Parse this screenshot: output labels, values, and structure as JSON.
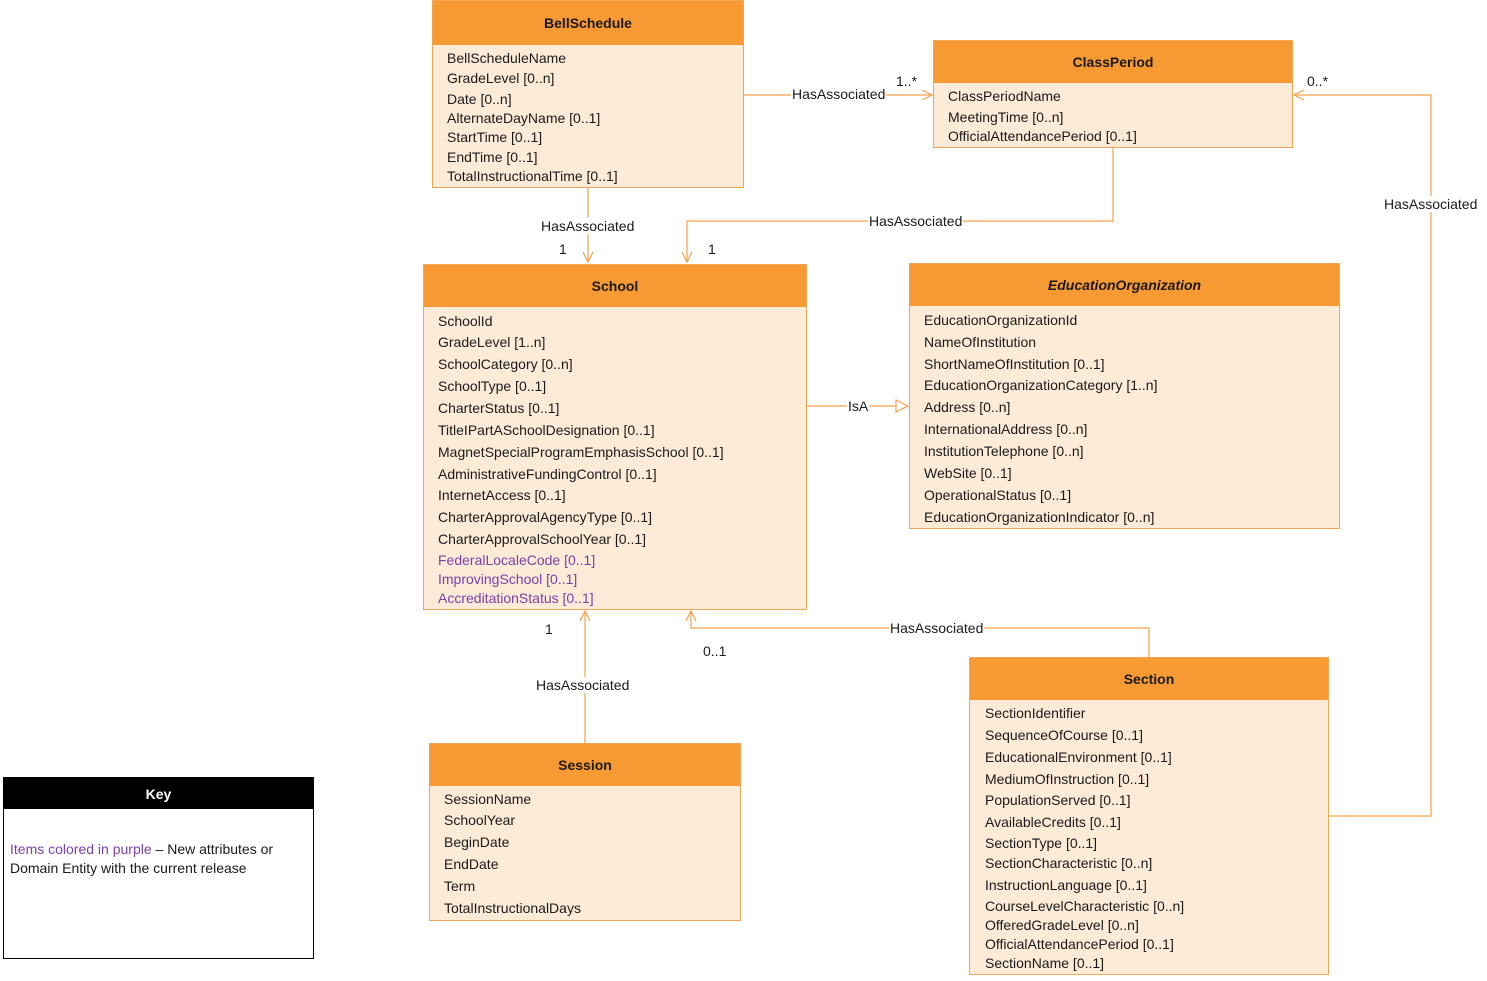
{
  "diagram": {
    "entities": {
      "bell_schedule": {
        "title": "BellSchedule",
        "attributes": [
          {
            "text": "BellScheduleName",
            "new": false
          },
          {
            "text": "GradeLevel [0..n]",
            "new": false
          },
          {
            "text": "Date [0..n]",
            "new": false
          },
          {
            "text": "AlternateDayName [0..1]",
            "new": false
          },
          {
            "text": "StartTime [0..1]",
            "new": false
          },
          {
            "text": "EndTime [0..1]",
            "new": false
          },
          {
            "text": "TotalInstructionalTime [0..1]",
            "new": false
          }
        ]
      },
      "class_period": {
        "title": "ClassPeriod",
        "attributes": [
          {
            "text": "ClassPeriodName",
            "new": false
          },
          {
            "text": "MeetingTime [0..n]",
            "new": false
          },
          {
            "text": "OfficialAttendancePeriod [0..1]",
            "new": false
          }
        ]
      },
      "school": {
        "title": "School",
        "attributes": [
          {
            "text": "SchoolId",
            "new": false
          },
          {
            "text": "GradeLevel [1..n]",
            "new": false
          },
          {
            "text": "SchoolCategory [0..n]",
            "new": false
          },
          {
            "text": "SchoolType [0..1]",
            "new": false
          },
          {
            "text": "CharterStatus [0..1]",
            "new": false
          },
          {
            "text": "TitleIPartASchoolDesignation [0..1]",
            "new": false
          },
          {
            "text": "MagnetSpecialProgramEmphasisSchool [0..1]",
            "new": false
          },
          {
            "text": "AdministrativeFundingControl [0..1]",
            "new": false
          },
          {
            "text": "InternetAccess [0..1]",
            "new": false
          },
          {
            "text": "CharterApprovalAgencyType [0..1]",
            "new": false
          },
          {
            "text": "CharterApprovalSchoolYear [0..1]",
            "new": false
          },
          {
            "text": "FederalLocaleCode [0..1]",
            "new": true
          },
          {
            "text": "ImprovingSchool [0..1]",
            "new": true
          },
          {
            "text": "AccreditationStatus [0..1]",
            "new": true
          }
        ]
      },
      "education_organization": {
        "title": "EducationOrganization",
        "attributes": [
          {
            "text": "EducationOrganizationId",
            "new": false
          },
          {
            "text": "NameOfInstitution",
            "new": false
          },
          {
            "text": "ShortNameOfInstitution [0..1]",
            "new": false
          },
          {
            "text": "EducationOrganizationCategory [1..n]",
            "new": false
          },
          {
            "text": "Address [0..n]",
            "new": false
          },
          {
            "text": "InternationalAddress [0..n]",
            "new": false
          },
          {
            "text": "InstitutionTelephone [0..n]",
            "new": false
          },
          {
            "text": "WebSite [0..1]",
            "new": false
          },
          {
            "text": "OperationalStatus [0..1]",
            "new": false
          },
          {
            "text": "EducationOrganizationIndicator [0..n]",
            "new": false
          }
        ]
      },
      "session": {
        "title": "Session",
        "attributes": [
          {
            "text": "SessionName",
            "new": false
          },
          {
            "text": "SchoolYear",
            "new": false
          },
          {
            "text": "BeginDate",
            "new": false
          },
          {
            "text": "EndDate",
            "new": false
          },
          {
            "text": "Term",
            "new": false
          },
          {
            "text": "TotalInstructionalDays",
            "new": false
          }
        ]
      },
      "section": {
        "title": "Section",
        "attributes": [
          {
            "text": "SectionIdentifier",
            "new": false
          },
          {
            "text": "SequenceOfCourse [0..1]",
            "new": false
          },
          {
            "text": "EducationalEnvironment [0..1]",
            "new": false
          },
          {
            "text": "MediumOfInstruction [0..1]",
            "new": false
          },
          {
            "text": "PopulationServed [0..1]",
            "new": false
          },
          {
            "text": "AvailableCredits [0..1]",
            "new": false
          },
          {
            "text": "SectionType [0..1]",
            "new": false
          },
          {
            "text": "SectionCharacteristic  [0..n]",
            "new": false
          },
          {
            "text": "InstructionLanguage [0..1]",
            "new": false
          },
          {
            "text": "CourseLevelCharacteristic [0..n]",
            "new": false
          },
          {
            "text": "OfferedGradeLevel [0..n]",
            "new": false
          },
          {
            "text": "OfficialAttendancePeriod [0..1]",
            "new": false
          },
          {
            "text": "SectionName [0..1]",
            "new": false
          }
        ]
      }
    },
    "relationships": {
      "bell_to_classperiod": {
        "label": "HasAssociated",
        "mult_target": "1..*"
      },
      "bell_to_school": {
        "label": "HasAssociated",
        "mult_target": "1"
      },
      "classperiod_to_school": {
        "label": "HasAssociated",
        "mult_target": "1"
      },
      "section_to_classperiod": {
        "label": "HasAssociated",
        "mult_target": "0..*"
      },
      "school_isa_edorg": {
        "label": "IsA"
      },
      "session_to_school": {
        "label": "HasAssociated",
        "mult_target": "1"
      },
      "section_to_school": {
        "label": "HasAssociated",
        "mult_target": "0..1"
      }
    },
    "colors": {
      "header": "#f79a33",
      "body": "#fdebd8",
      "border": "#f0a552",
      "connector": "#f5a04a",
      "new_item": "#7a3fa8"
    }
  },
  "key": {
    "title": "Key",
    "purple_text": "Items colored in purple",
    "rest_text": " – New attributes or Domain Entity with the current release"
  }
}
